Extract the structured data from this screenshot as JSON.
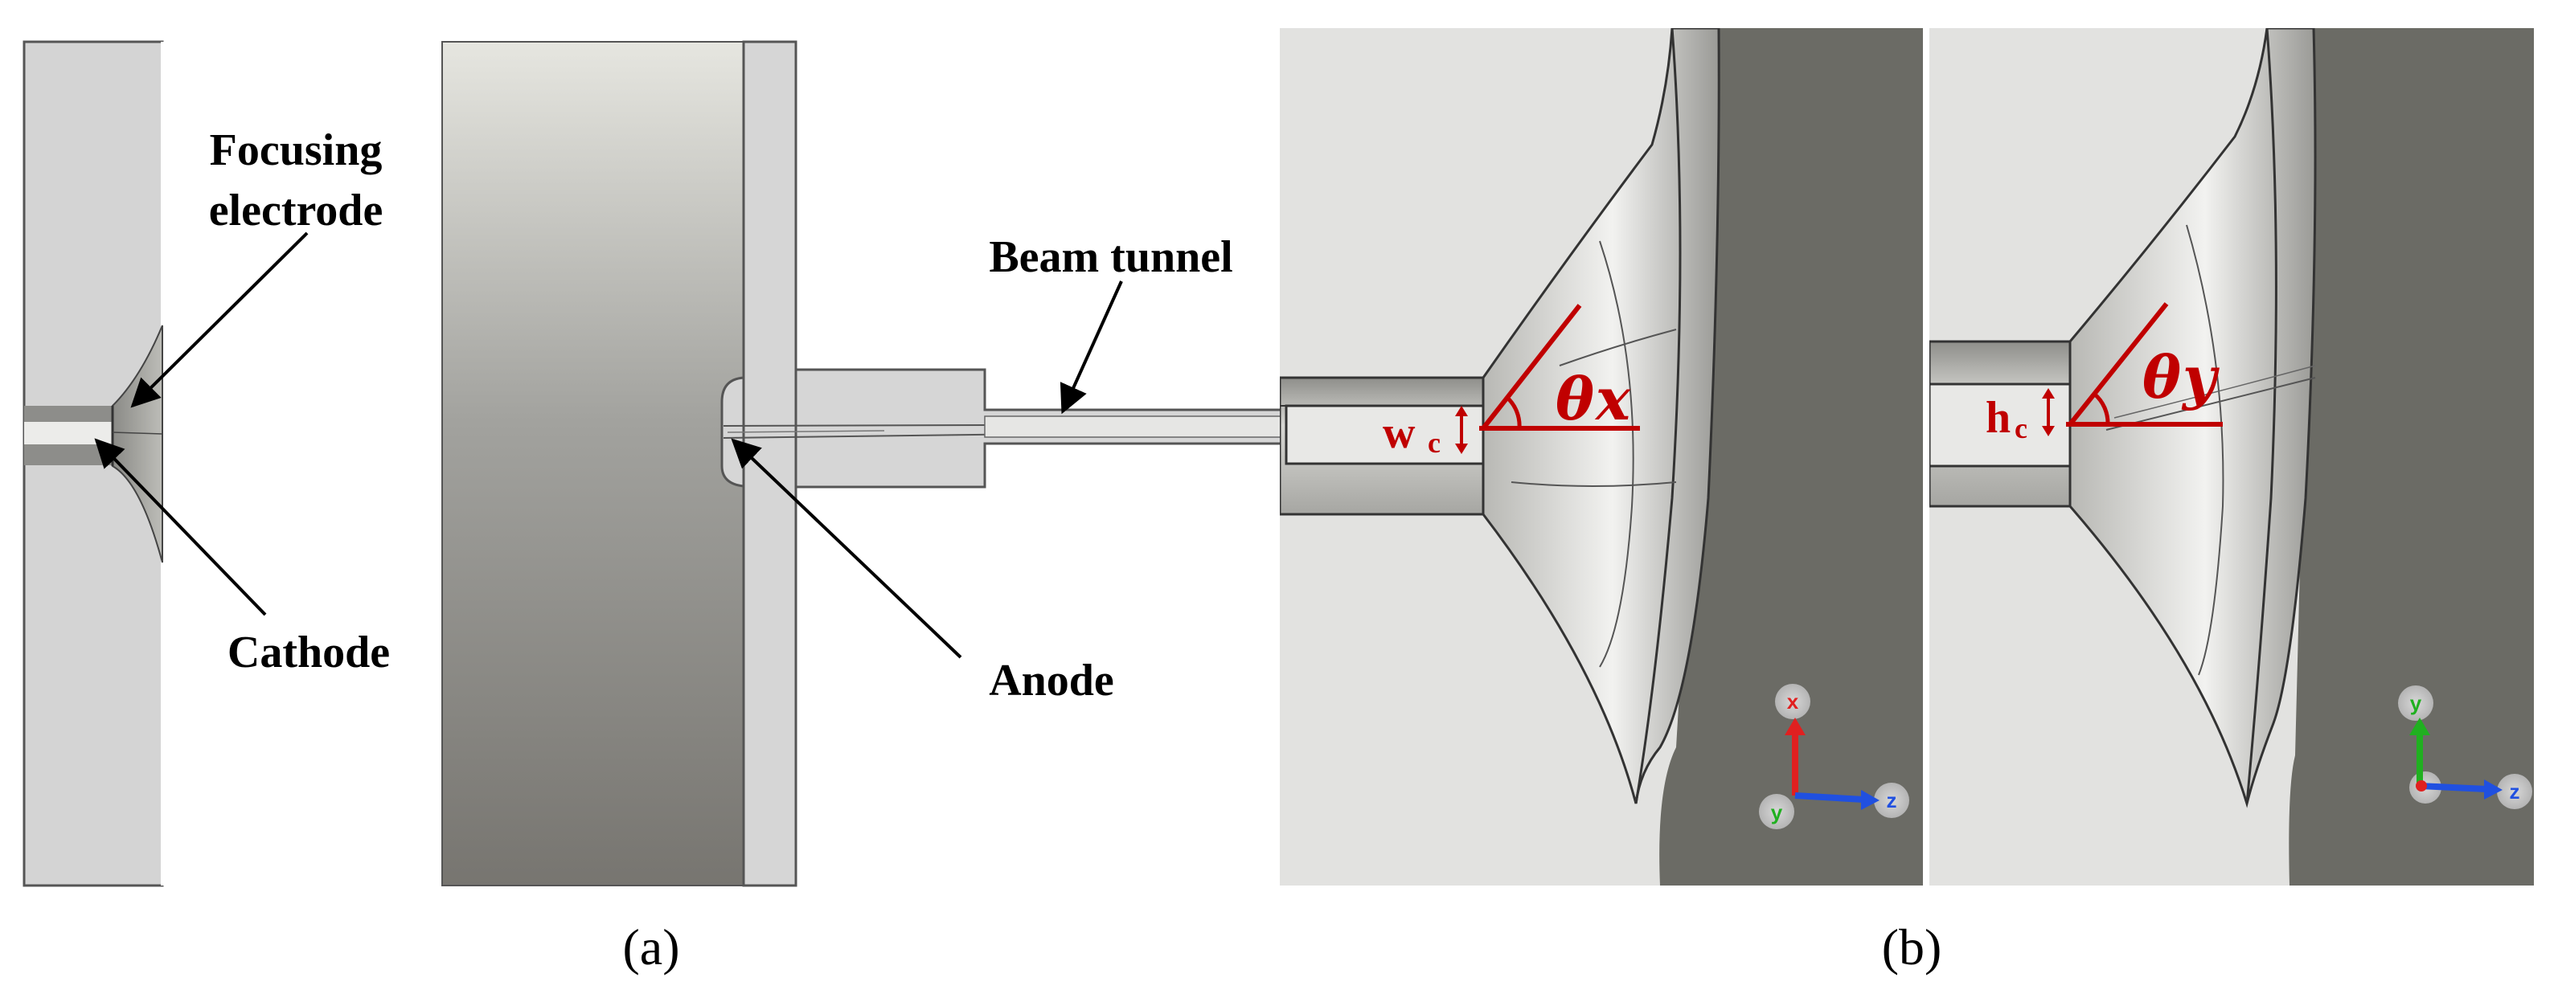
{
  "colors": {
    "electrode_gray": "#d4d4d4",
    "dark_gray": "#6b6b65",
    "annotation_red": "#c00000",
    "axis_x": "#e02020",
    "axis_y": "#20b020",
    "axis_z": "#2050e0"
  },
  "panel_a": {
    "caption": "(a)",
    "labels": {
      "focusing_line1": "Focusing",
      "focusing_line2": "electrode",
      "cathode": "Cathode",
      "beam_tunnel": "Beam tunnel",
      "anode": "Anode"
    }
  },
  "panel_b": {
    "caption": "(b)",
    "left": {
      "width_main": "w",
      "width_sub": "c",
      "angle_greek": "θ",
      "angle_axis": "x",
      "triad_up": "x",
      "triad_center": "y",
      "triad_right": "z"
    },
    "right": {
      "height_main": "h",
      "height_sub": "c",
      "angle_greek": "θ",
      "angle_axis": "y",
      "triad_up": "y",
      "triad_right": "z"
    }
  }
}
